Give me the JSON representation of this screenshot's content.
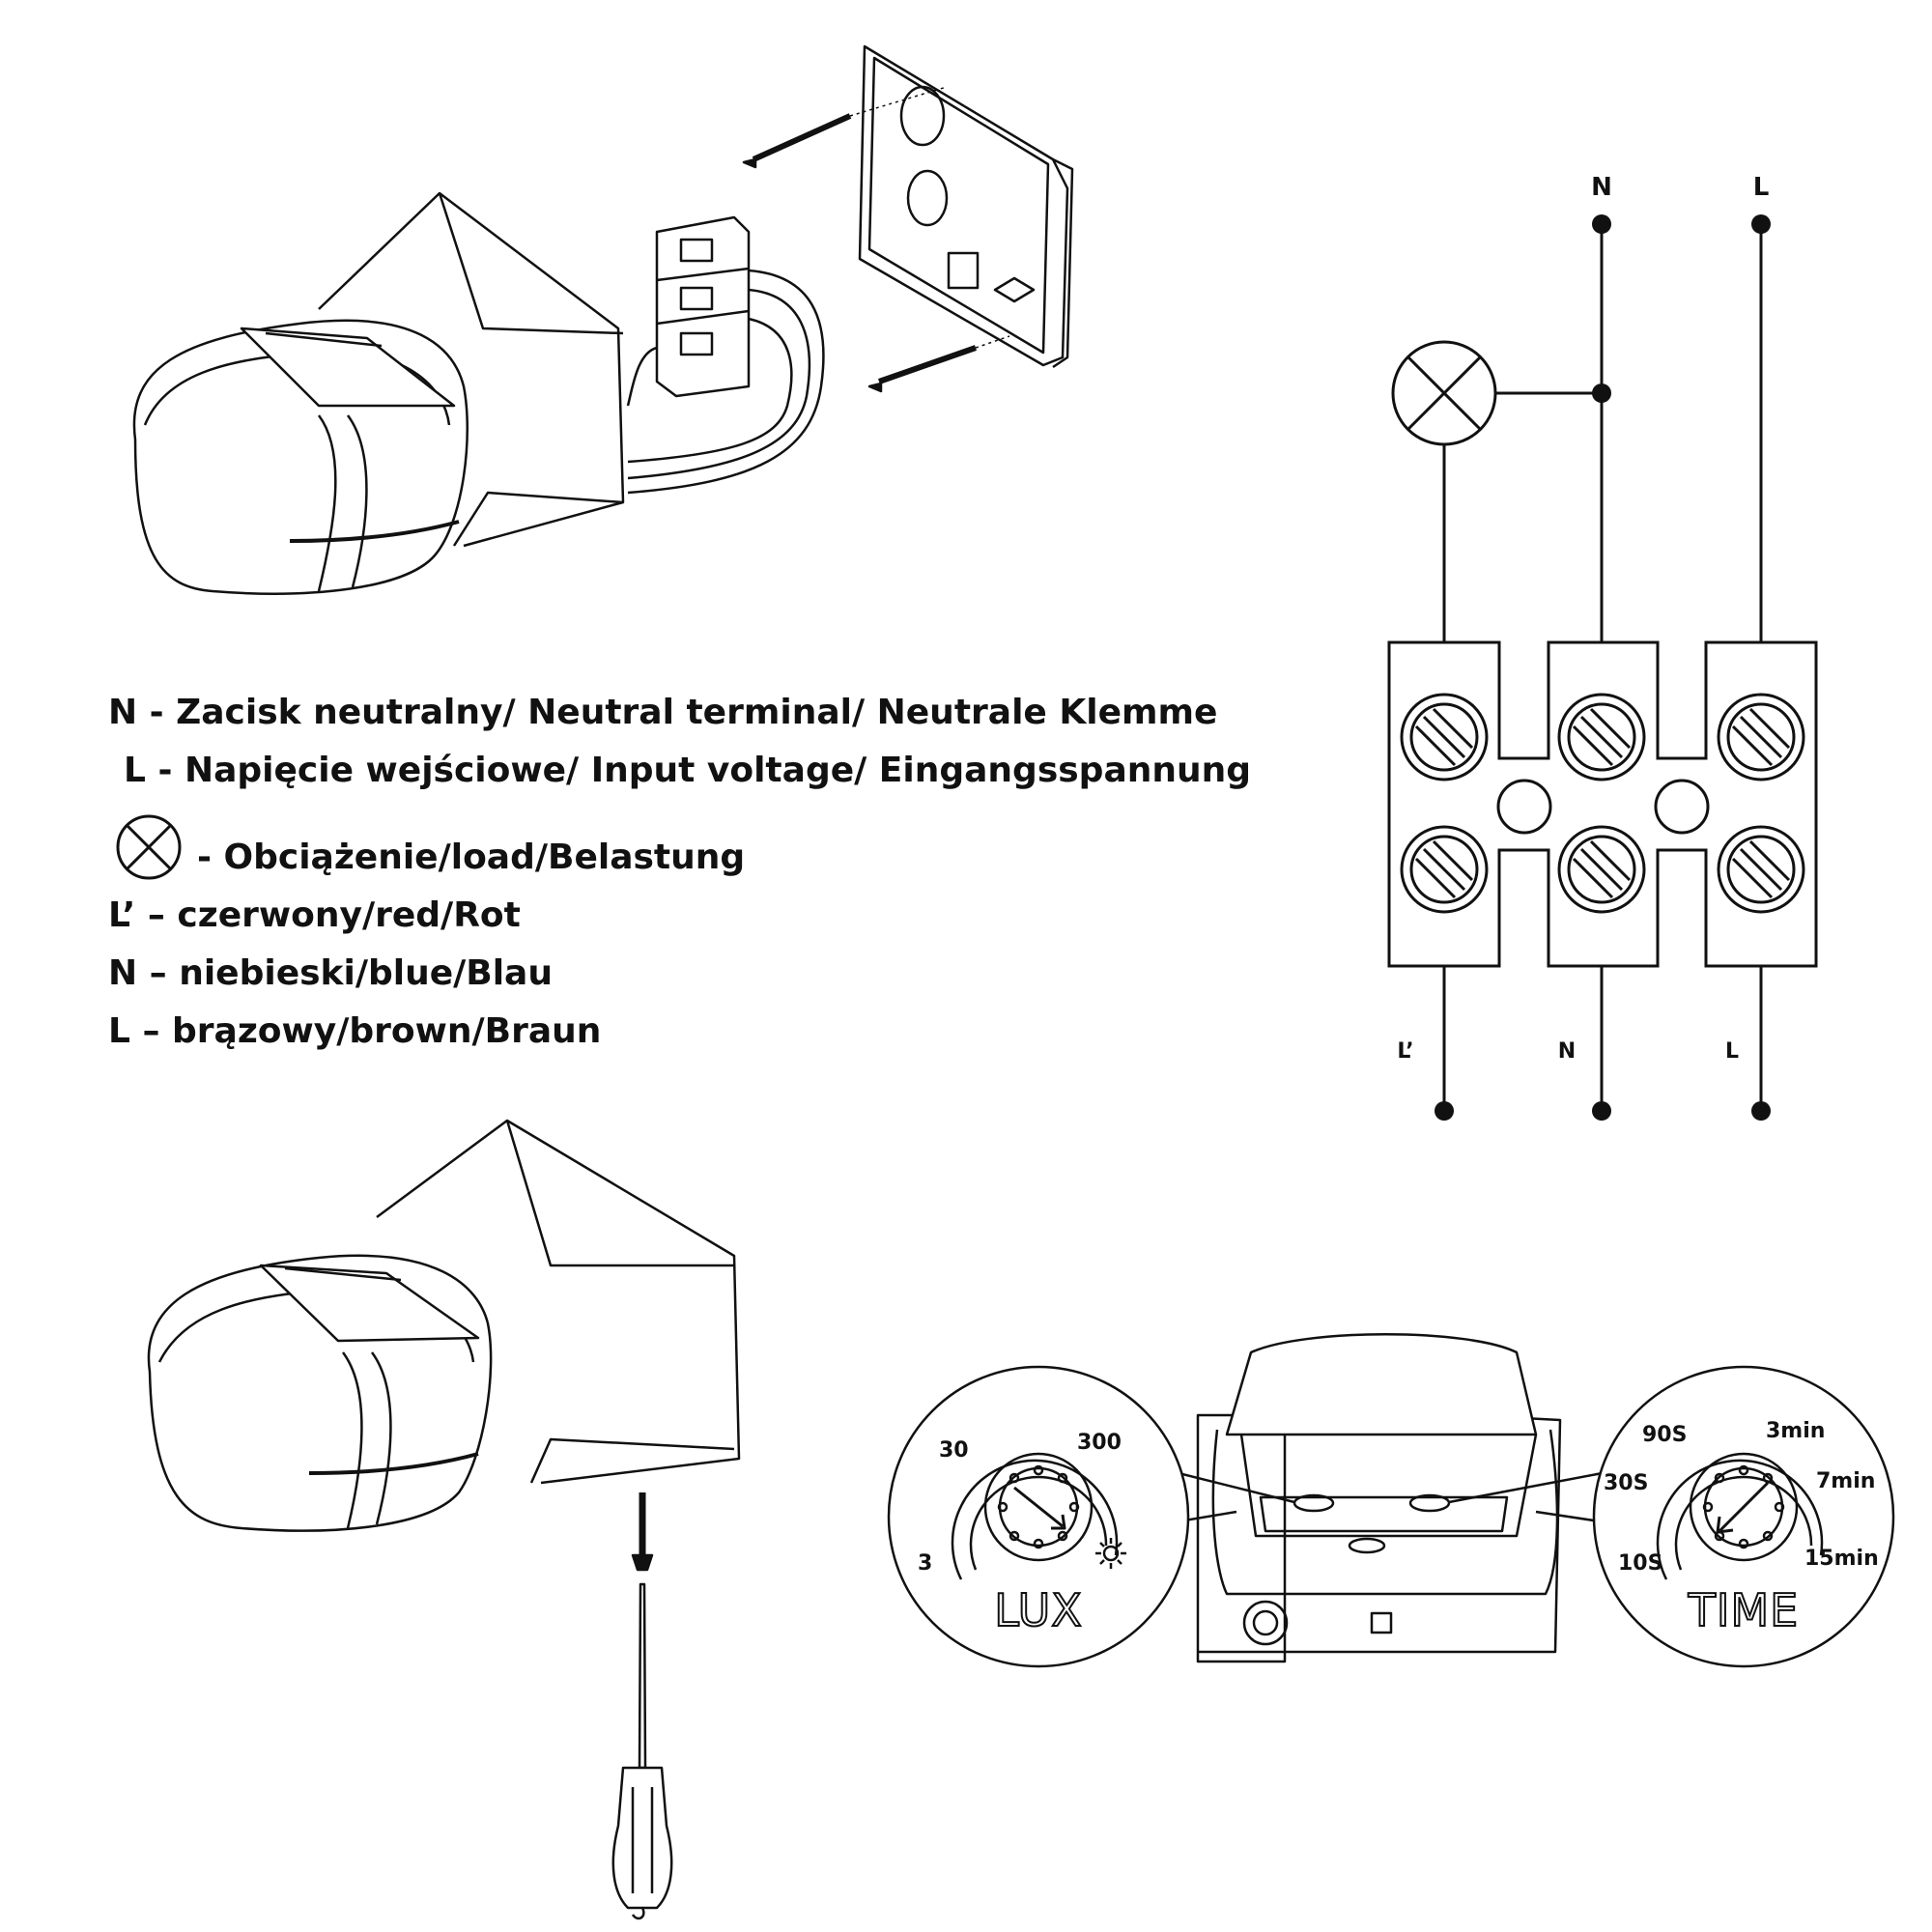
{
  "legend": {
    "items": [
      "N - Zacisk neutralny/ Neutral terminal/ Neutrale Klemme",
      "L - Napięcie wejściowe/ Input voltage/ Eingangsspannung",
      "- Obciążenie/load/Belastung",
      "L’ – czerwony/red/Rot",
      "N – niebieski/blue/Blau",
      "L – brązowy/brown/Braun"
    ]
  },
  "wiring": {
    "top_labels": [
      "N",
      "L"
    ],
    "bottom_labels": [
      "L’",
      "N",
      "L"
    ]
  },
  "dials": {
    "lux": {
      "title": "LUX",
      "marks": [
        "30",
        "300",
        "3"
      ]
    },
    "time": {
      "title": "TIME",
      "marks": [
        "90S",
        "3min",
        "30S",
        "7min",
        "10S",
        "15min"
      ]
    }
  }
}
